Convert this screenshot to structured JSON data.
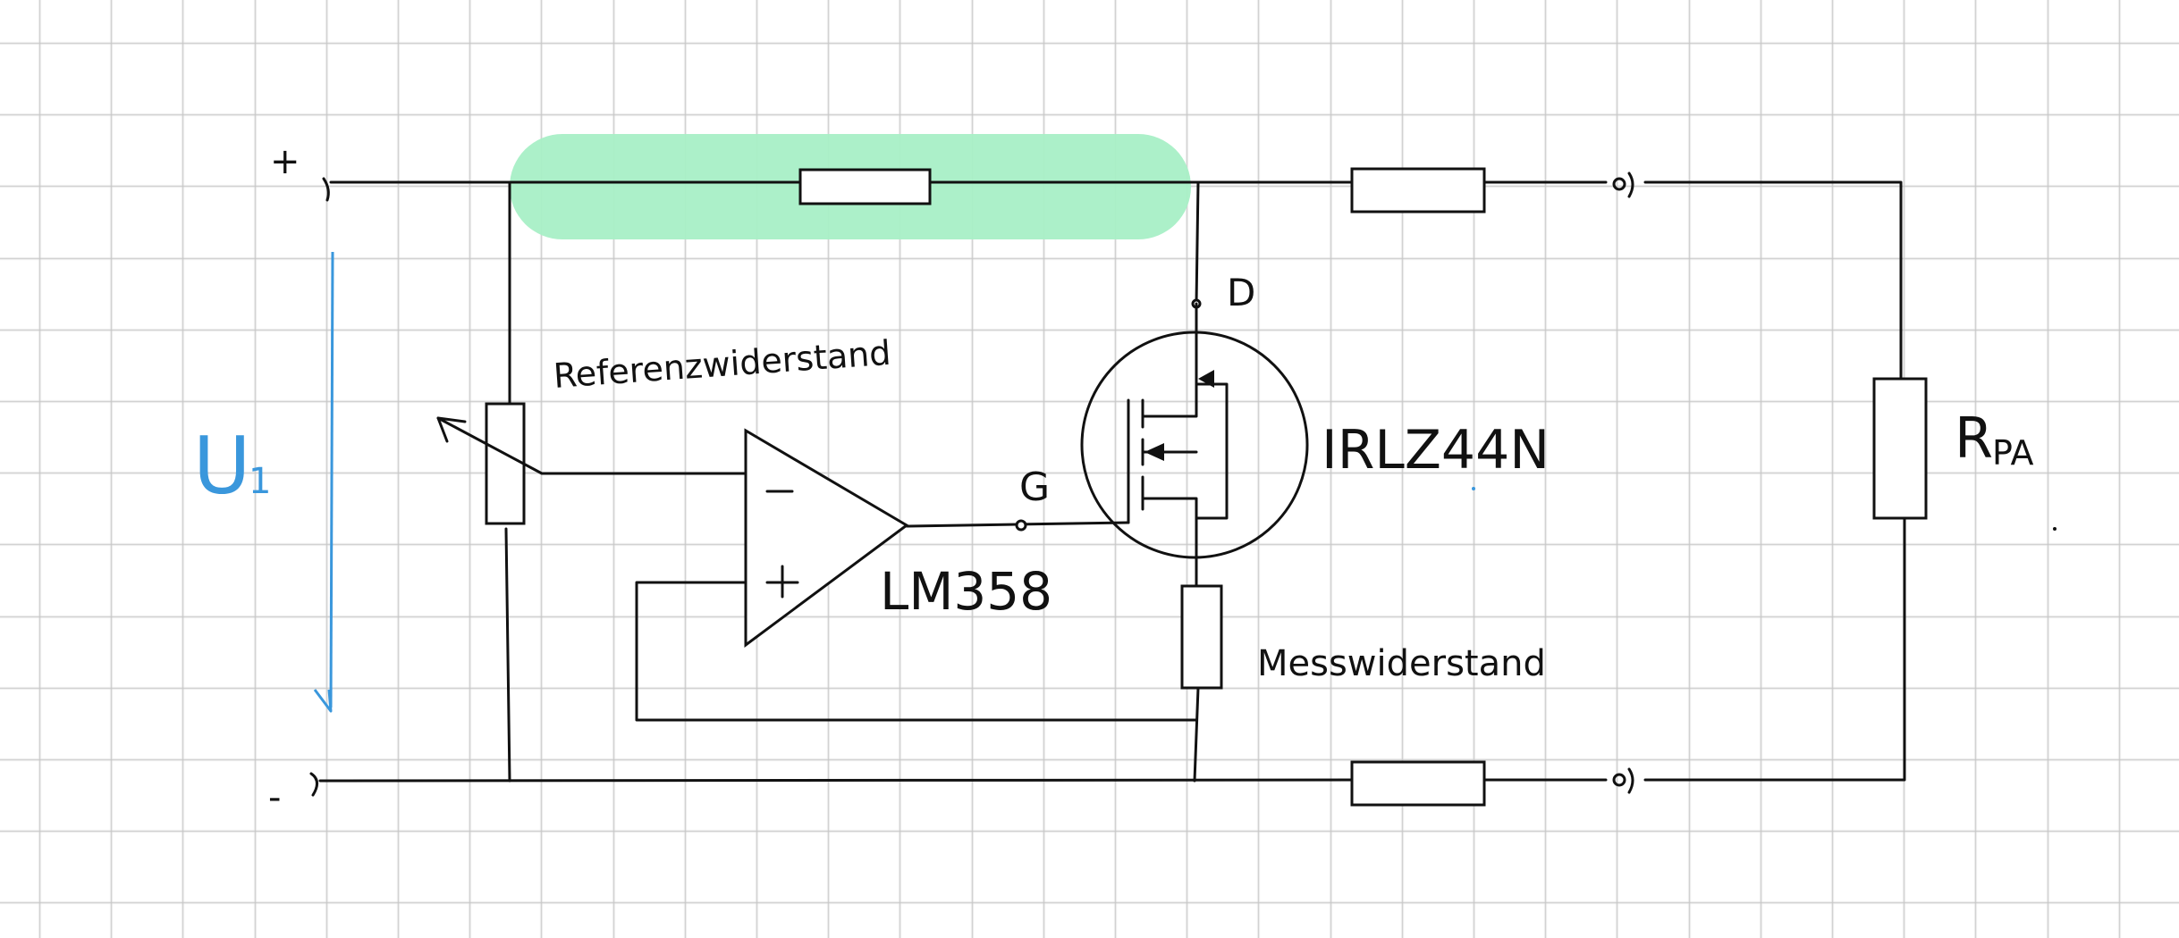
{
  "colors": {
    "background": "#ffffff",
    "grid": "#c8c8c8",
    "ink": "#111111",
    "highlight": "#a8efc6",
    "voltage_arrow": "#3a97dc"
  },
  "labels": {
    "plus_terminal": "+",
    "minus_terminal": "-",
    "voltage": "U",
    "voltage_sub": "1",
    "reference_resistor": "Referenzwiderstand",
    "opamp_minus": "−",
    "opamp_plus": "+",
    "opamp_name": "LM358",
    "gate": "G",
    "drain": "D",
    "mosfet_name": "IRLZ44N",
    "measure_resistor": "Messwiderstand",
    "load": "R",
    "load_sub": "PA"
  }
}
